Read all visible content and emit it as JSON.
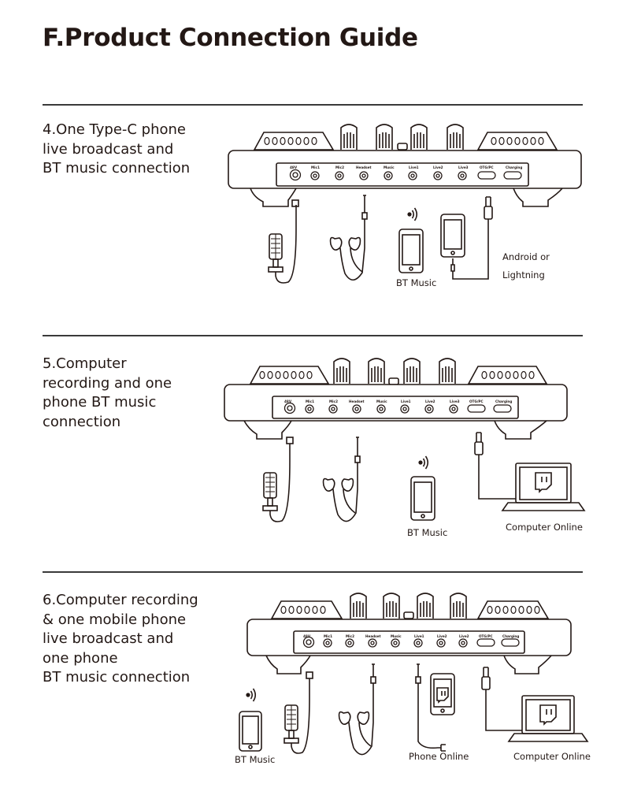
{
  "page_title": "F.Product Connection Guide",
  "sections": [
    {
      "lines": [
        "4.One Type-C phone",
        "live broadcast and",
        "BT music connection"
      ],
      "labels": {
        "bt_music": "BT Music",
        "android_1": "Android or",
        "android_2": "Lightning"
      },
      "ports": [
        "48V",
        "Mic1",
        "Mic2",
        "Headset",
        "Music",
        "Live1",
        "Live2",
        "Live3",
        "OTG/PC",
        "Charging"
      ]
    },
    {
      "lines": [
        "5.Computer",
        "recording and one",
        "phone BT music",
        "connection"
      ],
      "labels": {
        "bt_music": "BT Music",
        "computer": "Computer Online"
      },
      "ports": [
        "48V",
        "Mic1",
        "Mic2",
        "Headset",
        "Music",
        "Live1",
        "Live2",
        "Live3",
        "OTG/PC",
        "Charging"
      ]
    },
    {
      "lines": [
        "6.Computer recording",
        "& one mobile phone",
        "live broadcast and",
        "one phone",
        "BT music connection"
      ],
      "labels": {
        "bt_music": "BT Music",
        "phone": "Phone Online",
        "computer": "Computer Online"
      },
      "ports": [
        "48V",
        "Mic1",
        "Mic2",
        "Headset",
        "Music",
        "Live1",
        "Live2",
        "Live2",
        "OTG/PC",
        "Charging"
      ]
    }
  ]
}
